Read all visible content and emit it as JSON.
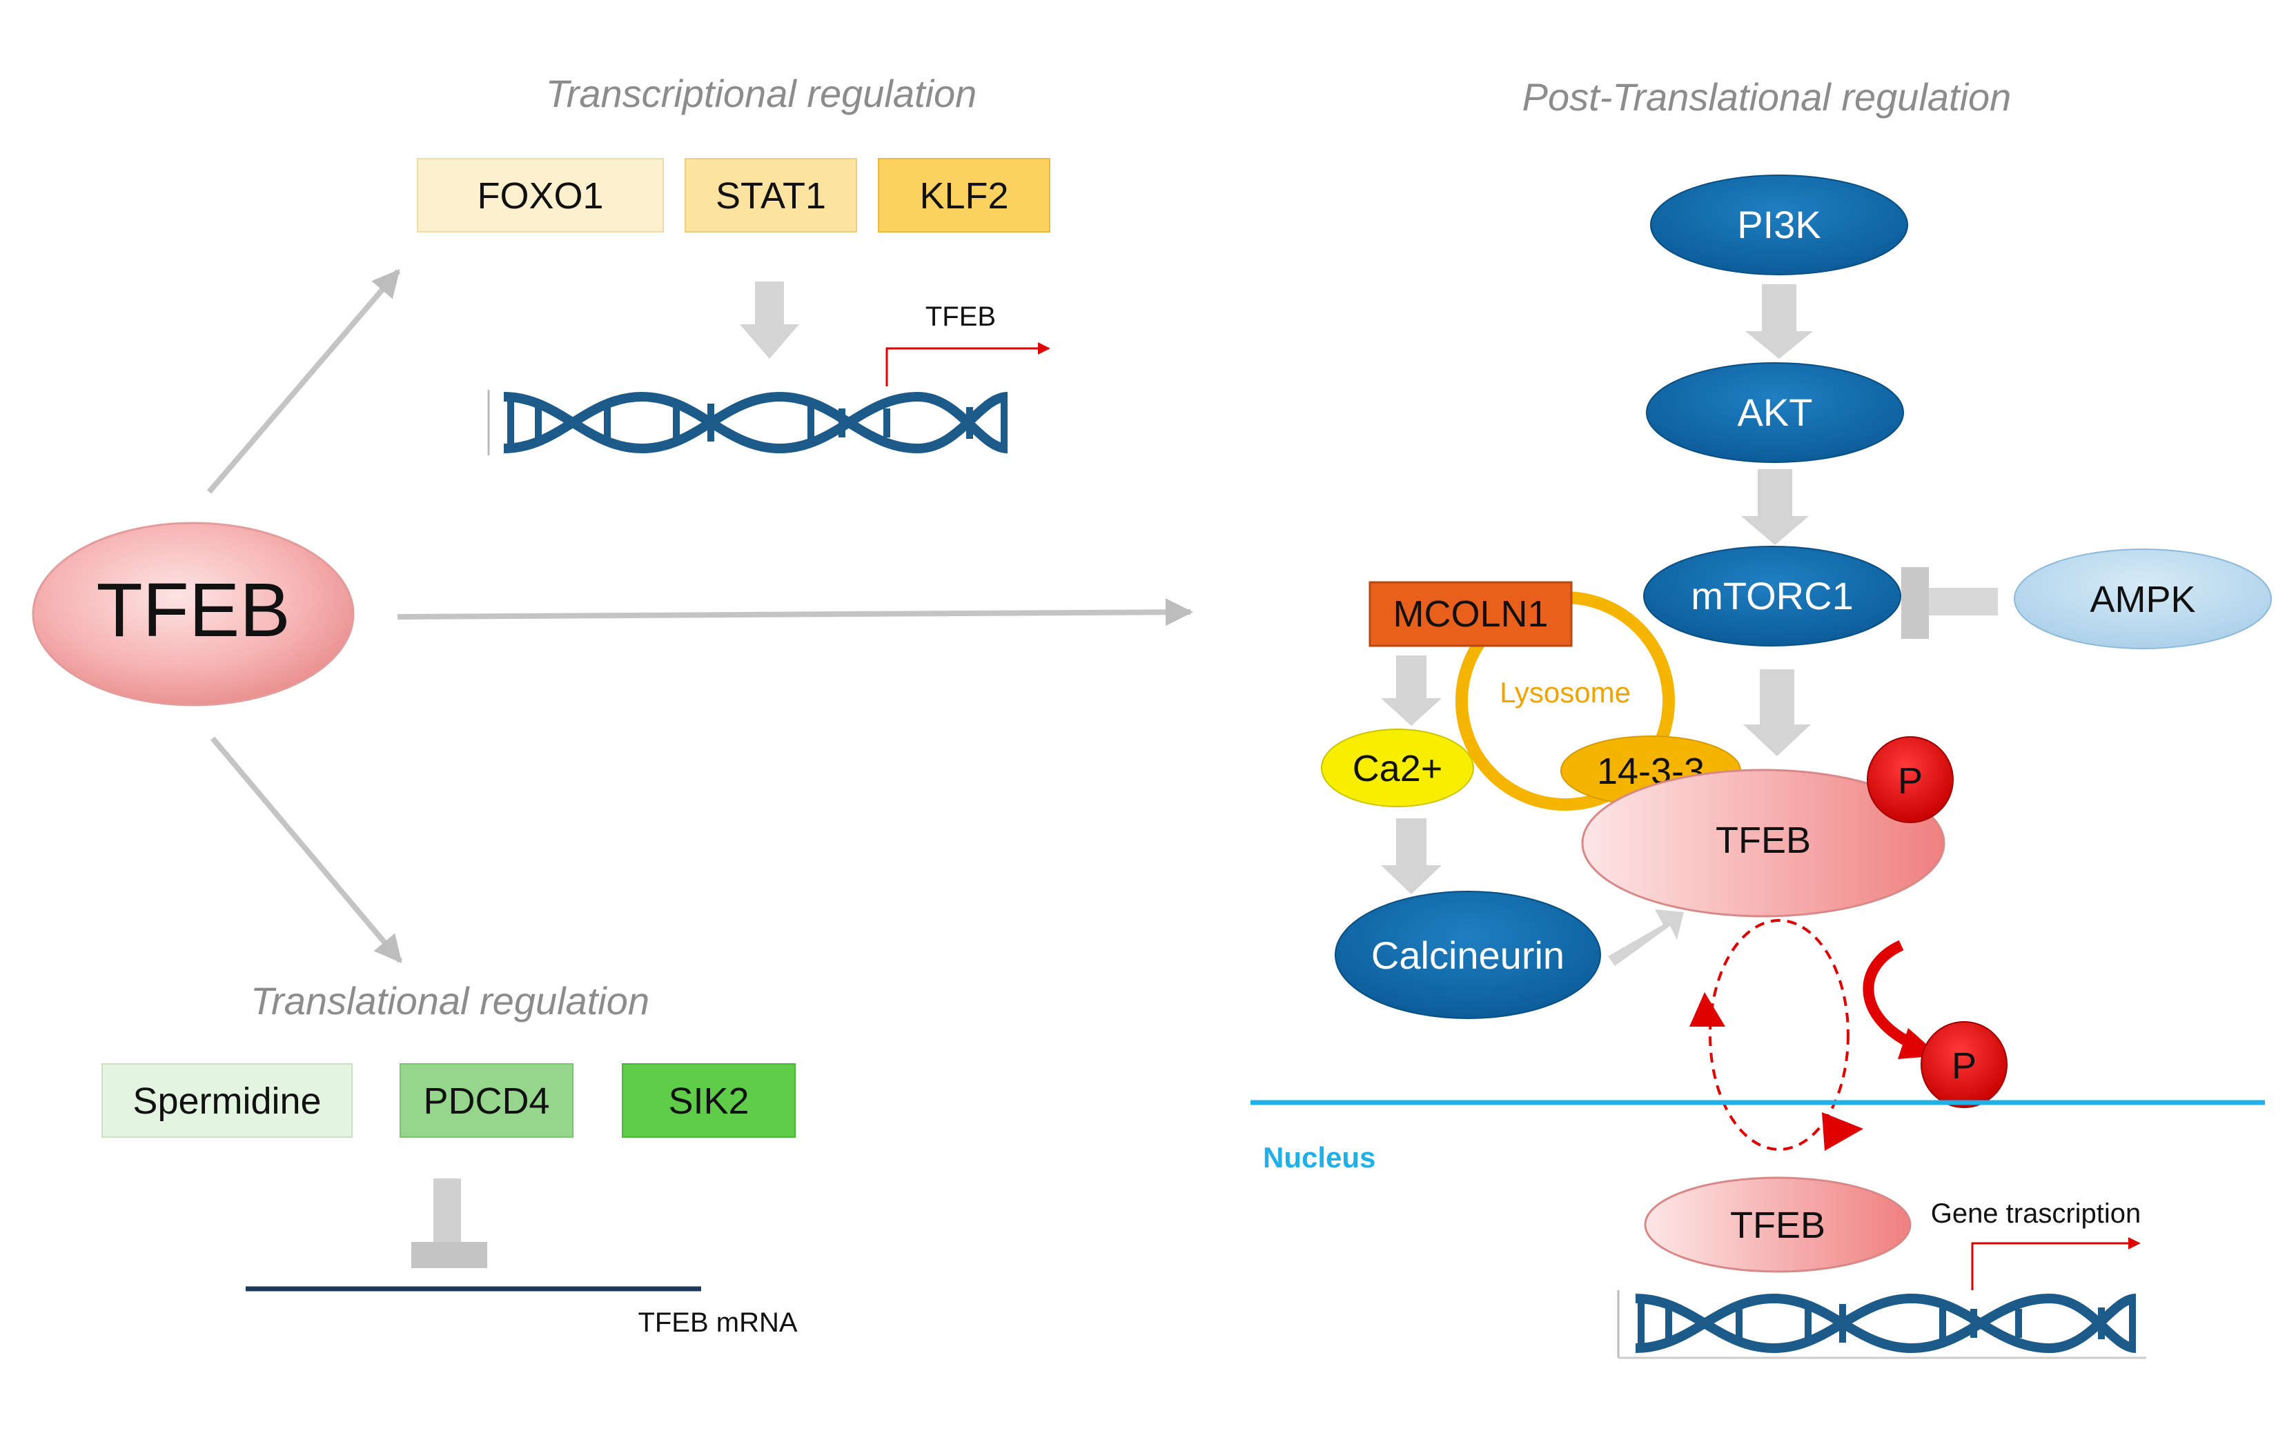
{
  "colors": {
    "foxo1": "#fdf0cf",
    "stat1": "#fce3a0",
    "klf2": "#fbd15f",
    "spermidine": "#e3f4e0",
    "pdcd4": "#96d68c",
    "sik2": "#5fcd4a",
    "oval_blue": "#0a66a8",
    "ampk": "#b7d8ee",
    "mcoln1": "#e8601c",
    "lysosome": "#f4b400",
    "ca2": "#f7ee00",
    "phospho": "#e00000",
    "tfeb_pink": "#f5a0a0",
    "nucleus_line": "#1fb0e8",
    "dna": "#1c5a8a",
    "arrow_gray": "#c8c8c8",
    "red_arrow": "#e00000"
  },
  "tfeb_main": {
    "label": "TFEB"
  },
  "transcriptional": {
    "title": "Transcriptional regulation",
    "factors": [
      "FOXO1",
      "STAT1",
      "KLF2"
    ],
    "gene_label": "TFEB"
  },
  "translational": {
    "title": "Translational regulation",
    "factors": [
      "Spermidine",
      "PDCD4",
      "SIK2"
    ],
    "mrna_label": "TFEB mRNA"
  },
  "post_translational": {
    "title": "Post-Translational regulation",
    "pi3k": "PI3K",
    "akt": "AKT",
    "mtorc1": "mTORC1",
    "ampk": "AMPK",
    "mcoln1": "MCOLN1",
    "lysosome": "Lysosome",
    "ca2": "Ca2+",
    "protein_1433": "14-3-3",
    "calcineurin": "Calcineurin",
    "tfeb_cytoplasm": "TFEB",
    "phospho": "P",
    "nucleus": "Nucleus",
    "tfeb_nucleus": "TFEB",
    "gene_transcription": "Gene trascription"
  }
}
